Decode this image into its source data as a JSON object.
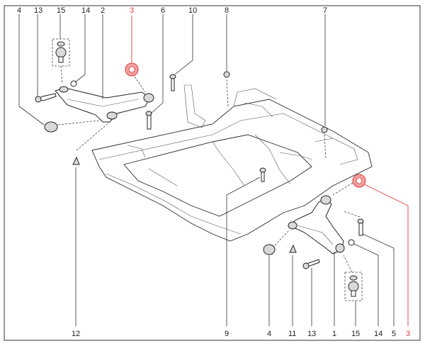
{
  "callouts_top": [
    "4",
    "13",
    "15",
    "14",
    "2",
    "3",
    "6",
    "10",
    "8",
    "7"
  ],
  "callouts_bottom": [
    "12",
    "9",
    "4",
    "11",
    "13",
    "1",
    "15",
    "14",
    "5",
    "3"
  ],
  "colors": {
    "highlight": "#e23b3b",
    "line": "#222222",
    "shade": "#d9d9d9"
  }
}
